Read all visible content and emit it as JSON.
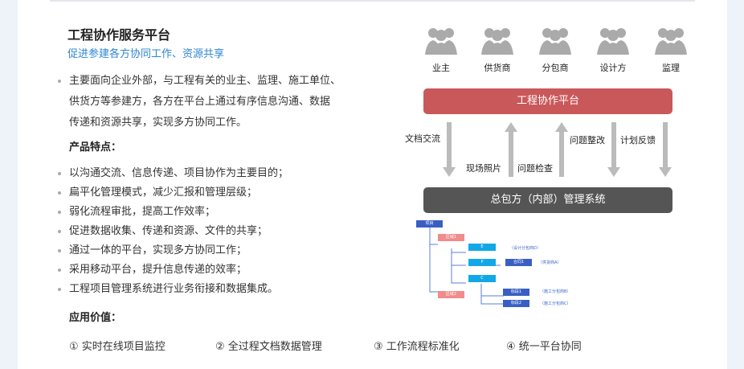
{
  "title": "工程协作服务平台",
  "subtitle": "促进参建各方协同工作、资源共享",
  "intro": [
    "主要面向企业外部，与工程有关的业主、监理、施工单位、",
    "供货方等参建方，各方在平台上通过有序信息沟通、数据",
    "传递和资源共享，实现多方协同工作。"
  ],
  "features_heading": "产品特点：",
  "features": [
    "以沟通交流、信息传递、项目协作为主要目的；",
    "扁平化管理模式，减少汇报和管理层级；",
    "弱化流程审批，提高工作效率；",
    "促进数据收集、传递和资源、文件的共享；",
    "通过一体的平台，实现多方协同工作；",
    "采用移动平台，提升信息传递的效率；",
    "工程项目管理系统进行业务衔接和数据集成。"
  ],
  "value_heading": "应用价值：",
  "values": [
    "① 实时在线项目监控",
    "② 全过程文档数据管理",
    "③ 工作流程标准化",
    "④  统一平台协同"
  ],
  "diagram": {
    "roles": [
      "业主",
      "供货商",
      "分包商",
      "设计方",
      "监理"
    ],
    "platform": "工程协作平台",
    "system": "总包方（内部）管理系统",
    "flows": [
      "文档交流",
      "现场照片",
      "问题检查",
      "问题整改",
      "计划反馈"
    ],
    "tree": {
      "root": "项目",
      "area1": "区域1",
      "area2": "区域2",
      "e": "E",
      "p": "P",
      "c": "C",
      "contract": "合同1",
      "sec1": "标段1",
      "sec2": "标段2",
      "note_e": "（设计分包商D）",
      "note_p": "（供货商A）",
      "note_s1": "（施工分包商B）",
      "note_s2": "（施工分包商C）"
    }
  },
  "colors": {
    "accent": "#2e86d4",
    "platform": "#c9585a",
    "system": "#555555"
  }
}
